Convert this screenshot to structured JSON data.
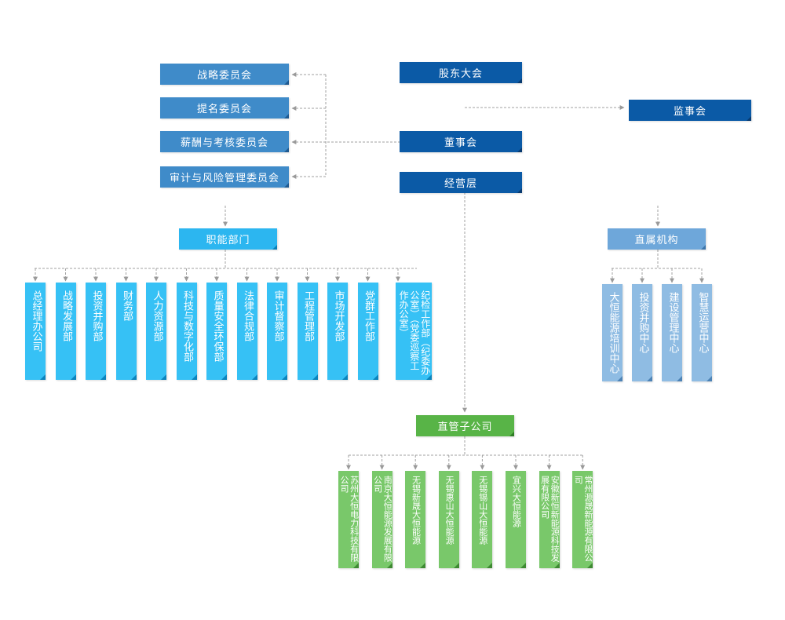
{
  "committees": [
    "战略委员会",
    "提名委员会",
    "薪酬与考核委员会",
    "审计与风险管理委员会"
  ],
  "governance": {
    "shareholders": "股东大会",
    "supervisory_board": "监事会",
    "board": "董事会",
    "management": "经营层"
  },
  "functional": {
    "title": "职能部门",
    "departments": [
      "总经理办公司",
      "战略发展部",
      "投资并购部",
      "财务部",
      "人力资源部",
      "科技与数字化部",
      "质量安全环保部",
      "法律合规部",
      "审计督察部",
      "工程管理部",
      "市场开发部",
      "党群工作部",
      "纪检工作部（纪委办公室）（党委巡察工作办公室）"
    ]
  },
  "affiliated": {
    "title": "直属机构",
    "units": [
      "大恒能源培训中心",
      "投资并购中心",
      "建设管理中心",
      "智慧运营中心"
    ]
  },
  "subsidiaries": {
    "title": "直管子公司",
    "companies": [
      "苏州大恒电力科技有限公司",
      "南京大恒能源发展有限公司",
      "无锡新晟大恒能源",
      "无锡惠山大恒能源",
      "无锡锡山大恒能源",
      "宜兴大恒能源",
      "安徽新恒新能源科技发展有限公司",
      "常州源晟新能源有限公司"
    ]
  },
  "colors": {
    "committee": "#3f8bc9",
    "governance": "#0b5aa6",
    "functional": "#2cb6f0",
    "affiliated": "#6ea7da",
    "subsidiary": "#58b447",
    "connector": "#9a9a9a"
  }
}
